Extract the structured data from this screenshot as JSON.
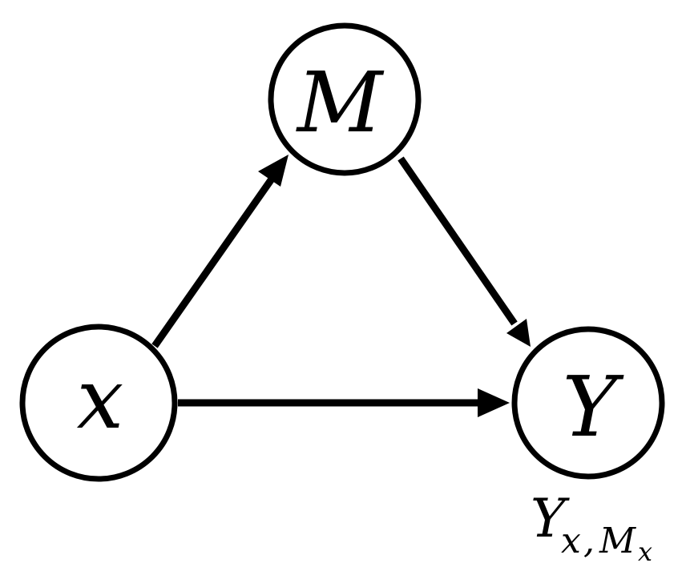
{
  "diagram": {
    "nodes": {
      "x": {
        "label": "x"
      },
      "m": {
        "label": "M"
      },
      "y": {
        "label": "Y"
      }
    },
    "edges": [
      {
        "from": "x",
        "to": "m"
      },
      {
        "from": "m",
        "to": "y"
      },
      {
        "from": "x",
        "to": "y"
      }
    ],
    "caption": {
      "main": "Y",
      "sub_x": "x",
      "sub_comma": ",",
      "sub_m": "M",
      "sub_m_sub": "x"
    },
    "colors": {
      "stroke": "#000000",
      "fill": "#ffffff"
    }
  }
}
